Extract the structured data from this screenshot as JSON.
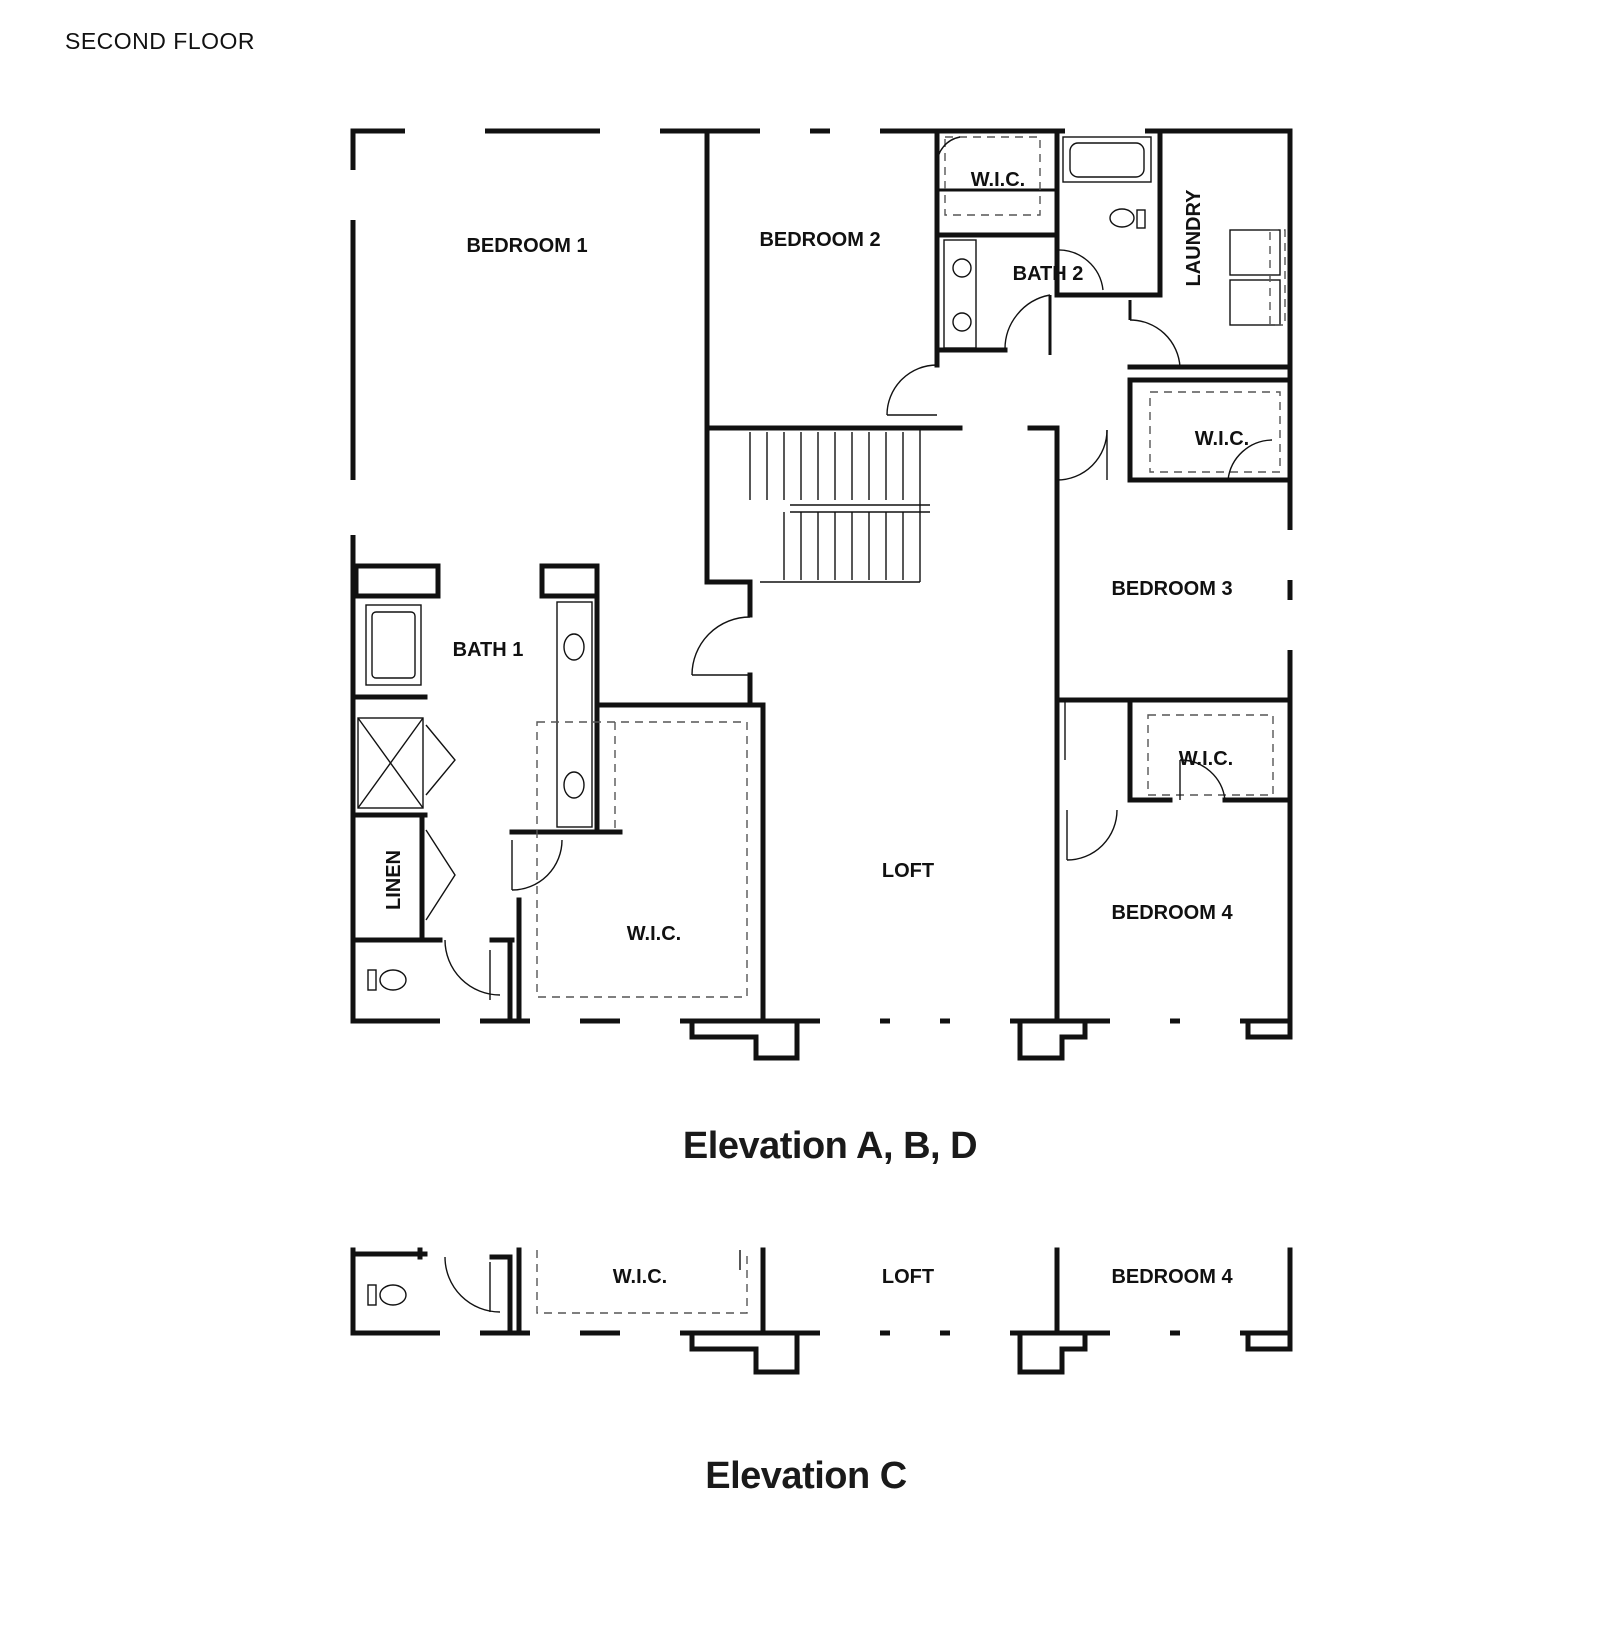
{
  "heading": "SECOND FLOOR",
  "rooms": {
    "bedroom1": "BEDROOM 1",
    "bedroom2": "BEDROOM 2",
    "wic_bed2": "W.I.C.",
    "bath2": "BATH 2",
    "laundry": "LAUNDRY",
    "wic_bed3": "W.I.C.",
    "bedroom3": "BEDROOM 3",
    "bath1": "BATH 1",
    "linen": "LINEN",
    "wic_master": "W.I.C.",
    "loft": "LOFT",
    "wic_bed4": "W.I.C.",
    "bedroom4": "BEDROOM 4"
  },
  "elevation_c_rooms": {
    "wic": "W.I.C.",
    "loft": "LOFT",
    "bedroom4": "BEDROOM 4"
  },
  "captions": {
    "main": "Elevation A, B, D",
    "alt": "Elevation C"
  }
}
